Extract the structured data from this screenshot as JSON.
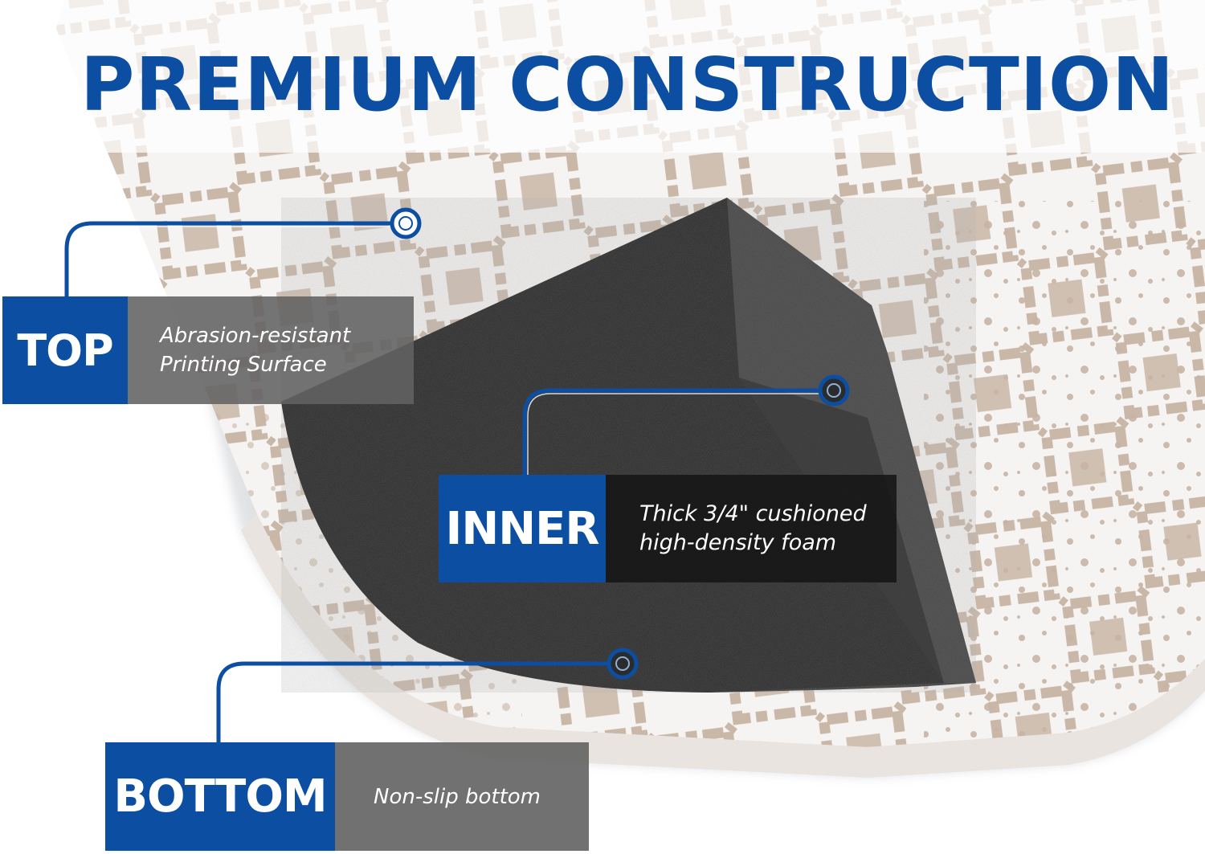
{
  "title": "PREMIUM CONSTRUCTION",
  "callouts": {
    "top": {
      "tag": "TOP",
      "line1": "Abrasion-resistant",
      "line2": "Printing Surface"
    },
    "inner": {
      "tag": "INNER",
      "line1": "Thick 3/4\" cushioned",
      "line2": "high-density foam"
    },
    "bottom": {
      "tag": "BOTTOM",
      "line1": "Non-slip bottom"
    }
  },
  "colors": {
    "brand_blue": "#0b4ea2",
    "mat_pattern": "#c7b4a4",
    "foam": "#333333"
  }
}
